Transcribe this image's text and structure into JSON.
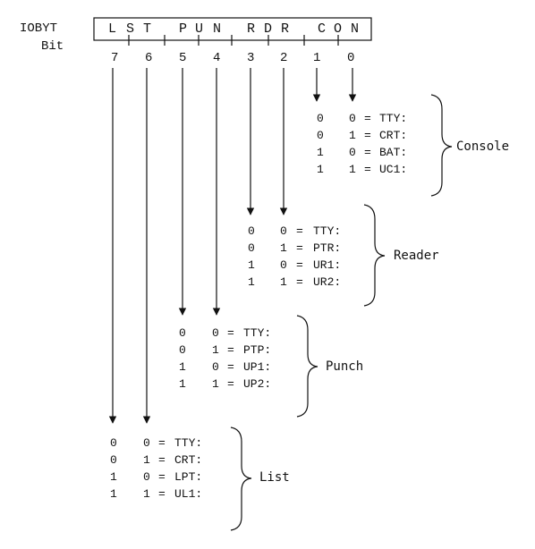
{
  "register_label": "IOBYT",
  "bit_label": "Bit",
  "fields": [
    {
      "name": "L S T",
      "letters": [
        "L",
        "S",
        "T"
      ]
    },
    {
      "name": "P U N",
      "letters": [
        "P",
        "U",
        "N"
      ]
    },
    {
      "name": "R D R",
      "letters": [
        "R",
        "D",
        "R"
      ]
    },
    {
      "name": "C O N",
      "letters": [
        "C",
        "O",
        "N"
      ]
    }
  ],
  "bits": [
    "7",
    "6",
    "5",
    "4",
    "3",
    "2",
    "1",
    "0"
  ],
  "groups": [
    {
      "name": "Console",
      "rows": [
        {
          "hi": "0",
          "lo": "0",
          "device": "TTY:"
        },
        {
          "hi": "0",
          "lo": "1",
          "device": "CRT:"
        },
        {
          "hi": "1",
          "lo": "0",
          "device": "BAT:"
        },
        {
          "hi": "1",
          "lo": "1",
          "device": "UC1:"
        }
      ]
    },
    {
      "name": "Reader",
      "rows": [
        {
          "hi": "0",
          "lo": "0",
          "device": "TTY:"
        },
        {
          "hi": "0",
          "lo": "1",
          "device": "PTR:"
        },
        {
          "hi": "1",
          "lo": "0",
          "device": "UR1:"
        },
        {
          "hi": "1",
          "lo": "1",
          "device": "UR2:"
        }
      ]
    },
    {
      "name": "Punch",
      "rows": [
        {
          "hi": "0",
          "lo": "0",
          "device": "TTY:"
        },
        {
          "hi": "0",
          "lo": "1",
          "device": "PTP:"
        },
        {
          "hi": "1",
          "lo": "0",
          "device": "UP1:"
        },
        {
          "hi": "1",
          "lo": "1",
          "device": "UP2:"
        }
      ]
    },
    {
      "name": "List",
      "rows": [
        {
          "hi": "0",
          "lo": "0",
          "device": "TTY:"
        },
        {
          "hi": "0",
          "lo": "1",
          "device": "CRT:"
        },
        {
          "hi": "1",
          "lo": "0",
          "device": "LPT:"
        },
        {
          "hi": "1",
          "lo": "1",
          "device": "UL1:"
        }
      ]
    }
  ],
  "eq_sign": "="
}
